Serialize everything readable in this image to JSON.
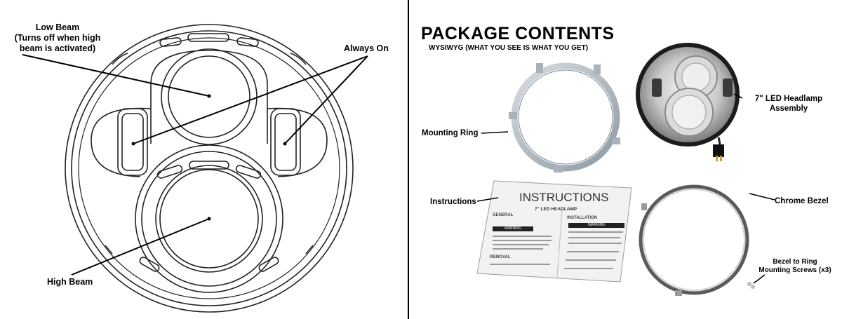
{
  "diagram": {
    "labels": {
      "low_beam_line1": "Low Beam",
      "low_beam_line2": "(Turns off when high",
      "low_beam_line3": "beam is activated)",
      "always_on": "Always On",
      "high_beam": "High Beam"
    }
  },
  "package": {
    "title": "PACKAGE CONTENTS",
    "subtitle": "WYSIWYG (WHAT YOU SEE IS WHAT YOU GET)",
    "items": {
      "mounting_ring": "Mounting Ring",
      "headlamp_line1": "7\" LED Headlamp",
      "headlamp_line2": "Assembly",
      "instructions": "Instructions",
      "chrome_bezel": "Chrome Bezel",
      "screws_line1": "Bezel to Ring",
      "screws_line2": "Mounting Screws (x3)"
    },
    "instructions_sheet": {
      "heading": "INSTRUCTIONS",
      "subheading": "7\" LED HEADLAMP",
      "general": "GENERAL",
      "installation": "INSTALLATION",
      "warning": "WARNING",
      "removal": "REMOVAL"
    }
  }
}
